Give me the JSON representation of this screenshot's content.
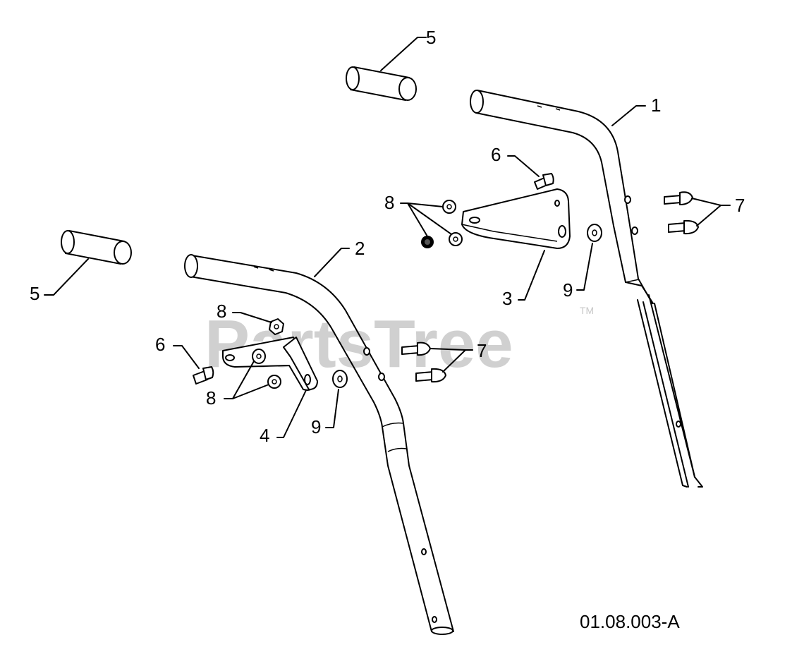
{
  "diagram": {
    "watermark": "PartsTree",
    "watermark_mark": "TM",
    "reference_code": "01.08.003-A",
    "callouts": {
      "handle_upper": "1",
      "handle_lower": "2",
      "bracket_right": "3",
      "bracket_left": "4",
      "grip_top": "5",
      "grip_left": "5",
      "bolt_right": "6",
      "bolt_left": "6",
      "bolts_right": "7",
      "bolts_mid": "7",
      "nuts_right": "8",
      "nut_left_top": "8",
      "nuts_left_bottom": "8",
      "washer_right": "9",
      "washer_left": "9"
    }
  }
}
